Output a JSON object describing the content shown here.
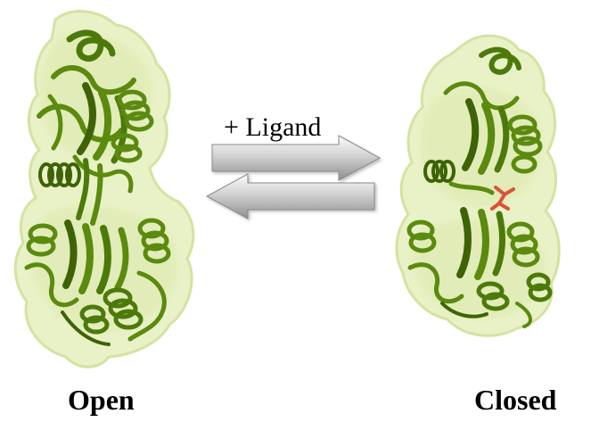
{
  "reaction": {
    "label": "+ Ligand"
  },
  "states": {
    "open": {
      "caption": "Open"
    },
    "closed": {
      "caption": "Closed"
    }
  },
  "colors": {
    "surface_fill": "#e6f0bf",
    "surface_edge": "#d2e29e",
    "ribbon": "#5a8a0e",
    "ribbon_dark": "#3d6306",
    "ligand": "#d9533a",
    "arrow_light": "#f2f2f2",
    "arrow_mid": "#bdbdbd",
    "arrow_dark": "#7a7a7a"
  },
  "icons": {
    "forward_arrow": "arrow-right-icon",
    "reverse_arrow": "arrow-left-icon"
  }
}
